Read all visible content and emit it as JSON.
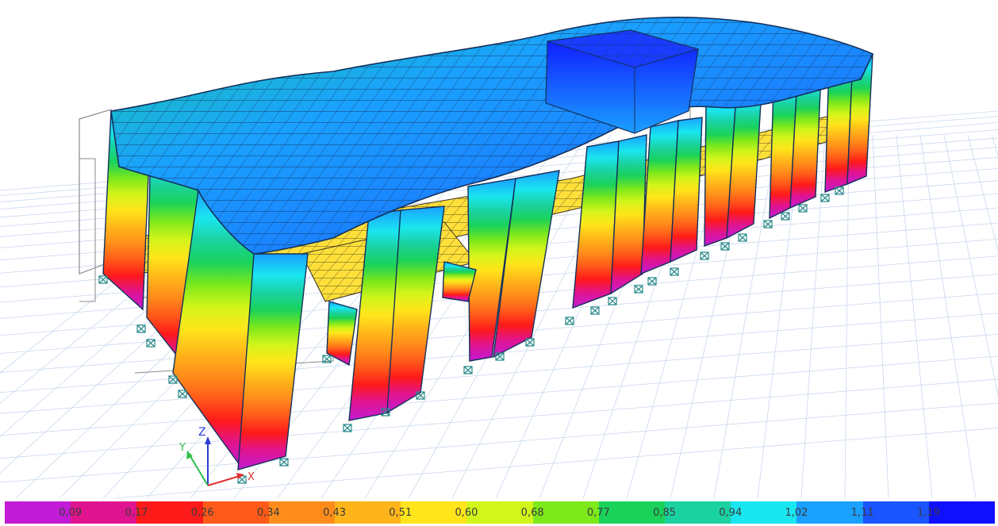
{
  "viewport": {
    "axes": {
      "x_label": "X",
      "y_label": "Y",
      "z_label": "Z",
      "x_color": "#e03030",
      "y_color": "#2fbf4a",
      "z_color": "#2a3bd6"
    },
    "grid_color": "#c9d8ee",
    "frame_color": "#8a8a8a",
    "edge_color": "#14305a"
  },
  "legend": {
    "colors": [
      "#c21bd6",
      "#e0148f",
      "#ff1a1a",
      "#ff5a1a",
      "#ff8c1a",
      "#ffb41a",
      "#ffe51a",
      "#d2f51a",
      "#7de81a",
      "#1ad25a",
      "#1ad2a0",
      "#1ae6f0",
      "#1aa0ff",
      "#1a55ff",
      "#1010ff"
    ],
    "labels": [
      "0,09",
      "0,17",
      "0,26",
      "0,34",
      "0,43",
      "0,51",
      "0,60",
      "0,68",
      "0,77",
      "0,85",
      "0,94",
      "1,02",
      "1,11",
      "1,19"
    ]
  }
}
